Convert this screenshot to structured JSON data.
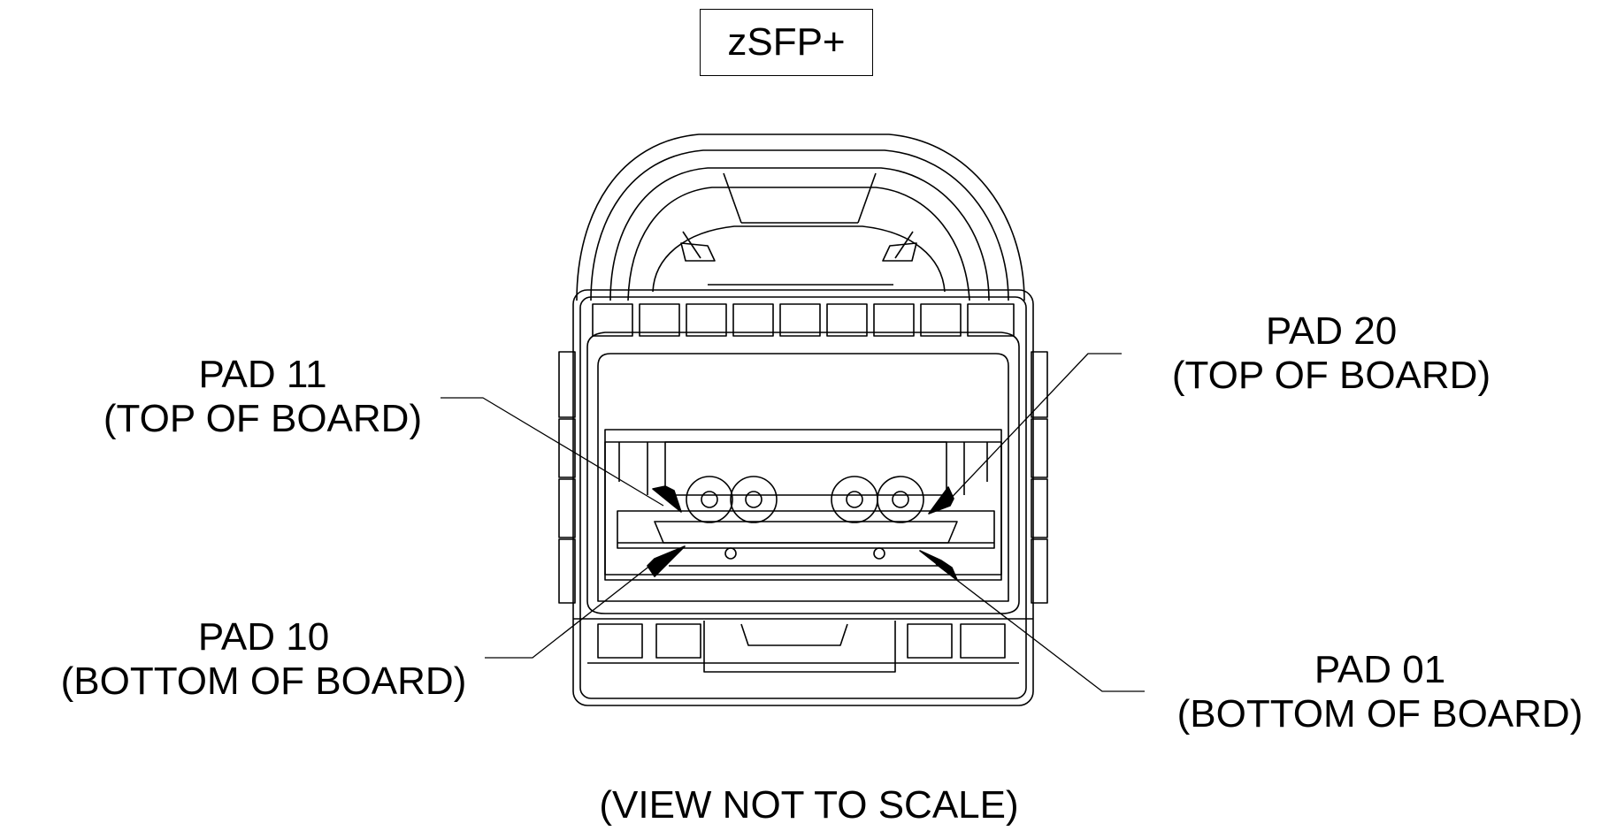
{
  "title": "zSFP+",
  "callouts": {
    "pad11": {
      "line1": "PAD 11",
      "line2": "(TOP OF BOARD)"
    },
    "pad20": {
      "line1": "PAD 20",
      "line2": "(TOP OF BOARD)"
    },
    "pad10": {
      "line1": "PAD 10",
      "line2": "(BOTTOM OF BOARD)"
    },
    "pad01": {
      "line1": "PAD 01",
      "line2": "(BOTTOM OF BOARD)"
    }
  },
  "footer": "(VIEW NOT TO SCALE)"
}
